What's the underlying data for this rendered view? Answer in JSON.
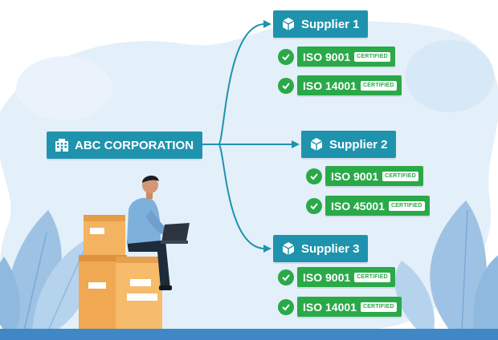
{
  "corporation": {
    "label": "ABC CORPORATION",
    "icon": "building-icon"
  },
  "suppliers": [
    {
      "label": "Supplier 1",
      "icon": "cube-icon",
      "certifications": [
        {
          "standard": "ISO 9001",
          "tag": "CERTIFIED"
        },
        {
          "standard": "ISO 14001",
          "tag": "CERTIFIED"
        }
      ]
    },
    {
      "label": "Supplier 2",
      "icon": "cube-icon",
      "certifications": [
        {
          "standard": "ISO 9001",
          "tag": "CERTIFIED"
        },
        {
          "standard": "ISO 45001",
          "tag": "CERTIFIED"
        }
      ]
    },
    {
      "label": "Supplier 3",
      "icon": "cube-icon",
      "certifications": [
        {
          "standard": "ISO 9001",
          "tag": "CERTIFIED"
        },
        {
          "standard": "ISO 14001",
          "tag": "CERTIFIED"
        }
      ]
    }
  ],
  "colors": {
    "node": "#1f93ad",
    "badge": "#2aa948",
    "connector": "#1f93ad",
    "background_blob": "#e2eef8",
    "ground": "#3f88c5"
  }
}
